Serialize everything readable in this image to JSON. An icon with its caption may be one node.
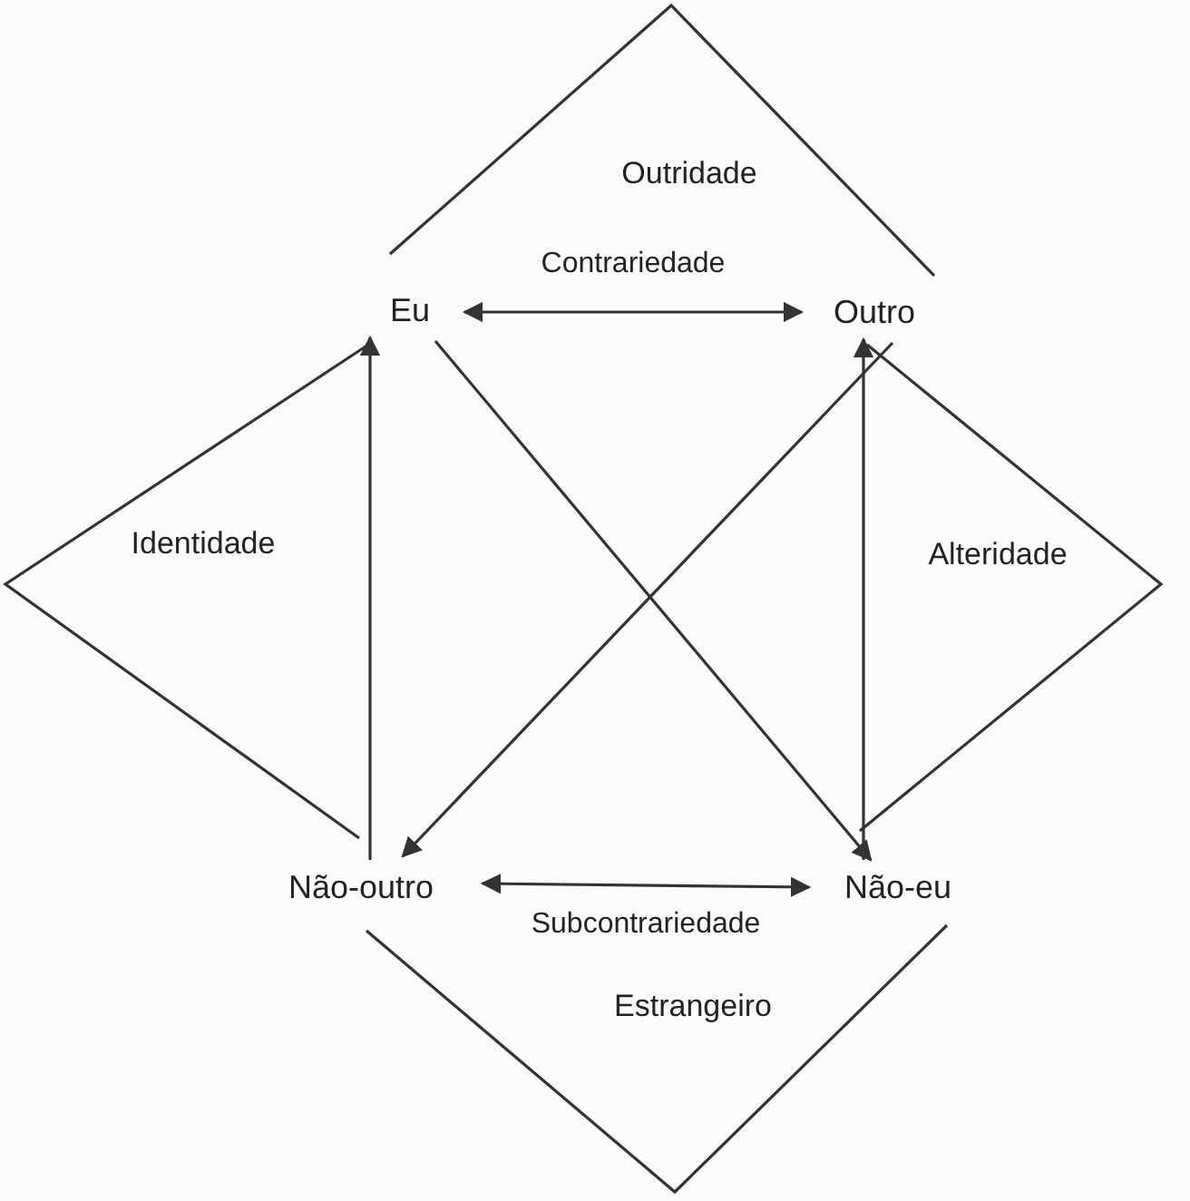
{
  "diagram": {
    "nodes": [
      {
        "text": [
          "Eu"
        ]
      },
      {
        "text": [
          "Outro"
        ]
      },
      {
        "text": [
          "Não-outro"
        ]
      },
      {
        "text": [
          "Não-eu"
        ]
      }
    ],
    "edges": [
      {
        "from": 0,
        "to": 1,
        "arrow": "both",
        "label": "Contrariedade"
      },
      {
        "from": 2,
        "to": 3,
        "arrow": "both",
        "label": "Subcontrariedade"
      },
      {
        "from": 2,
        "to": 0,
        "arrow": "to"
      },
      {
        "from": 3,
        "to": 1,
        "arrow": "to"
      },
      {
        "from": 0,
        "to": 3,
        "arrow": "to"
      },
      {
        "from": 1,
        "to": 2,
        "arrow": "to"
      }
    ],
    "labels": [
      "Outridade",
      "Identidade",
      "Alteridade",
      "Estrangeiro"
    ]
  }
}
